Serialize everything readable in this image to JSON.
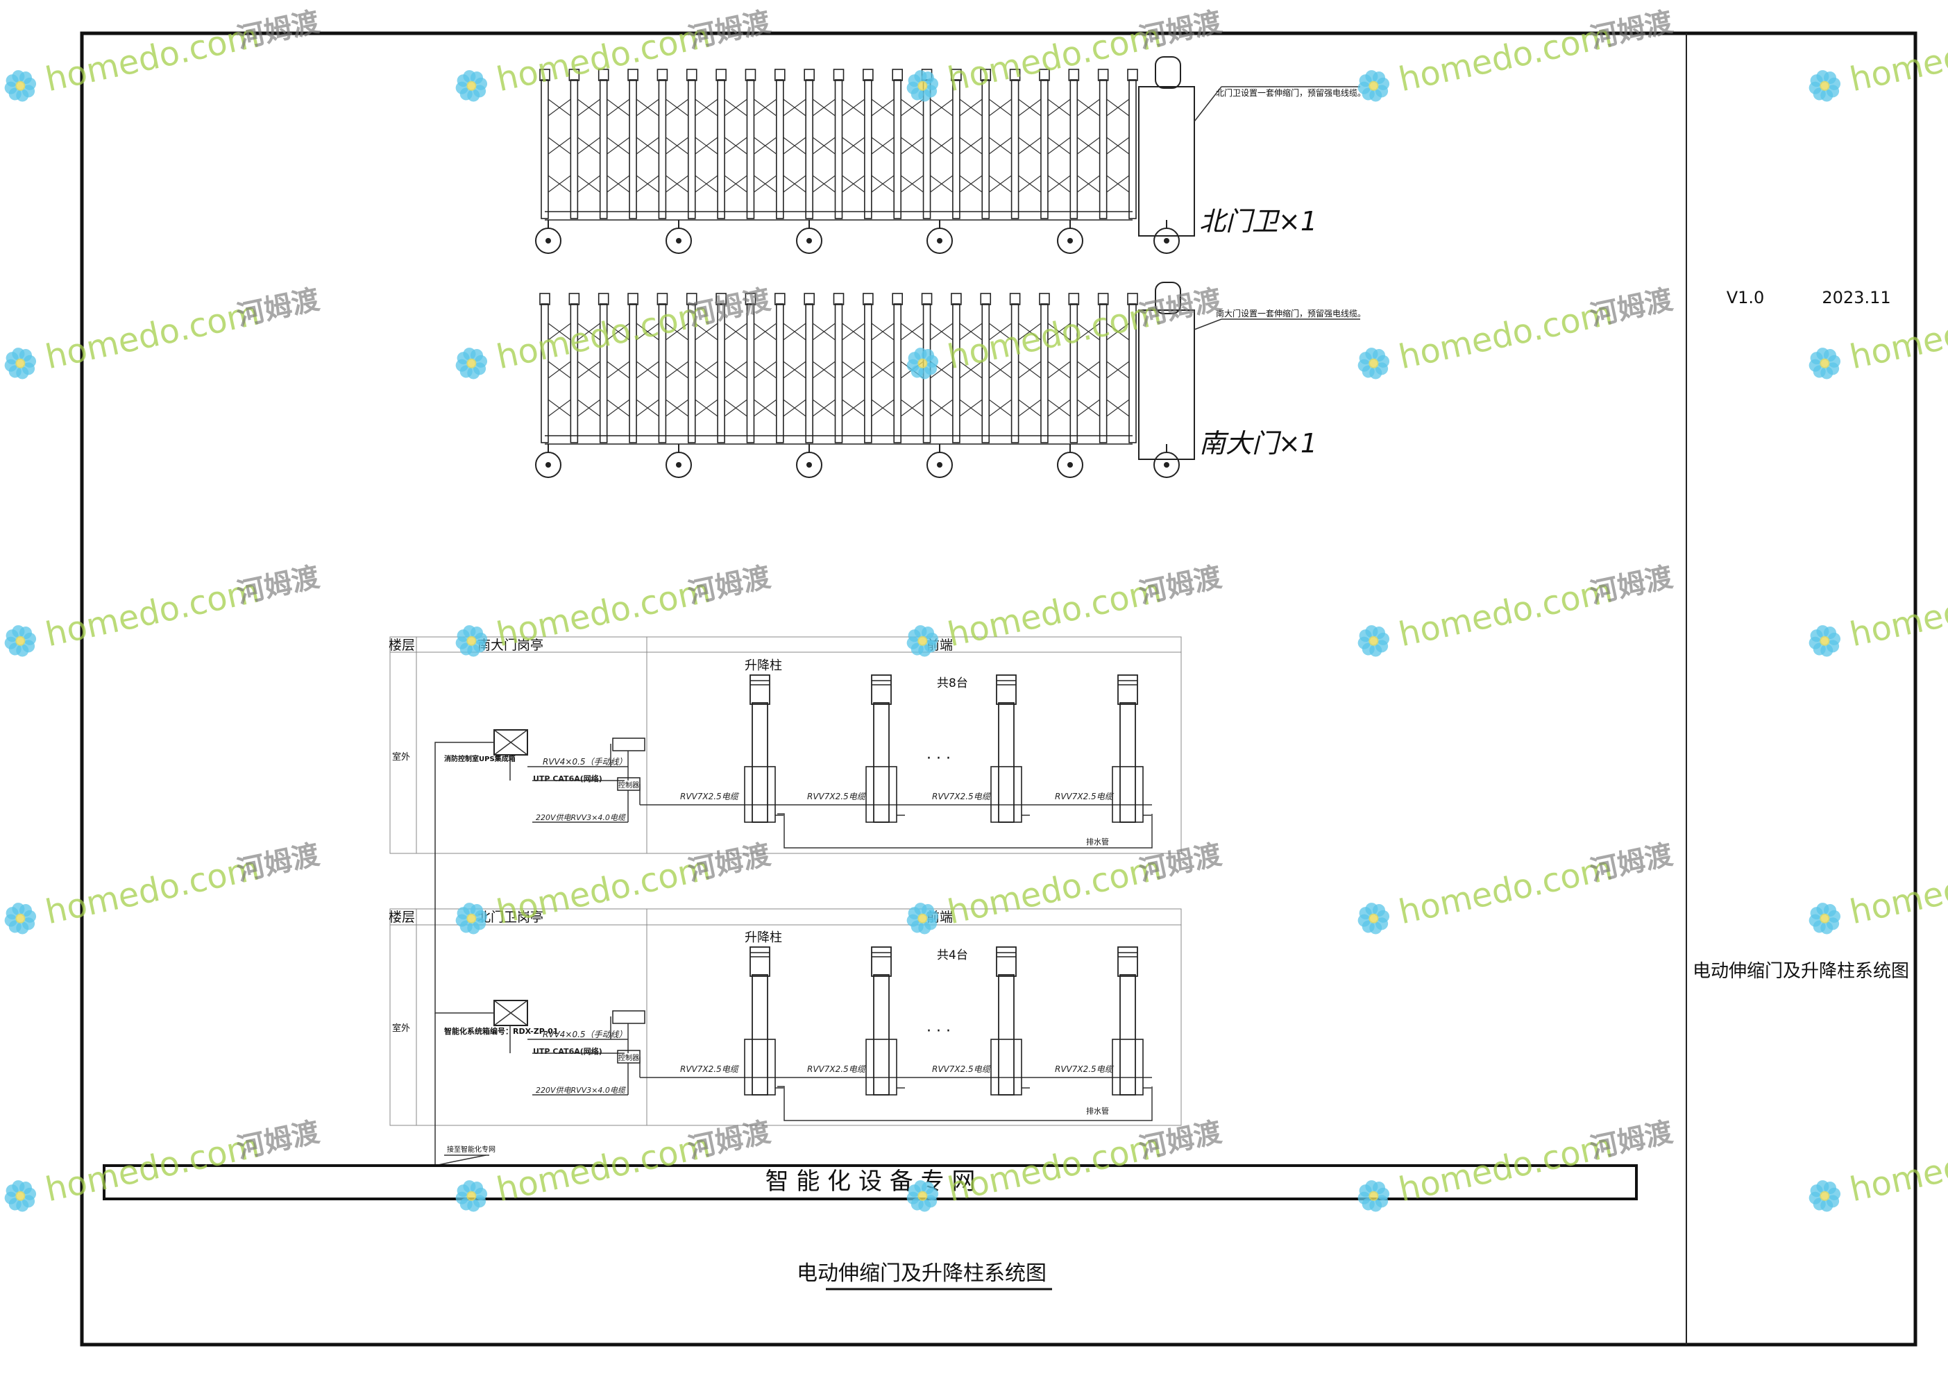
{
  "sheet": {
    "version": "V1.0",
    "date": "2023.11",
    "side_title": "电动伸缩门及升降柱系统图",
    "main_title": "电动伸缩门及升降柱系统图",
    "network_label": "智 能 化 设 备 专 网"
  },
  "gates": [
    {
      "label": "北门卫×1",
      "note": "北门卫设置一套伸缩门，预留强电线缆。"
    },
    {
      "label": "南大门×1",
      "note": "南大门设置一套伸缩门，预留强电线缆。"
    }
  ],
  "systems": [
    {
      "floor_header": "楼层",
      "booth": "南大门岗亭",
      "front": "前端",
      "floor": "室外",
      "post_label": "升降柱",
      "count": "共8台",
      "ellipsis": "· · ·",
      "device": "消防控制室UPS集成箱",
      "cable_manual": "RVV4×0.5（手动线）",
      "cable_utp": "UTP CAT6A(网络)",
      "cable_power": "220V供电RVV3×4.0电缆",
      "controller": "控制器",
      "segment_cable": "RVV7X2.5电缆",
      "drain": "排水管"
    },
    {
      "floor_header": "楼层",
      "booth": "北门卫岗亭",
      "front": "前端",
      "floor": "室外",
      "post_label": "升降柱",
      "count": "共4台",
      "ellipsis": "· · ·",
      "device": "智能化系统箱编号：RDX-ZP-01",
      "cable_manual": "RVV4×0.5（手动线）",
      "cable_utp": "UTP CAT6A(网络)",
      "cable_power": "220V供电RVV3×4.0电缆",
      "controller": "控制器",
      "segment_cable": "RVV7X2.5电缆",
      "drain": "排水管",
      "network_note": "接至智能化专网"
    }
  ],
  "watermark": {
    "latin": "homedo.com",
    "cjk": "河姆渡"
  }
}
